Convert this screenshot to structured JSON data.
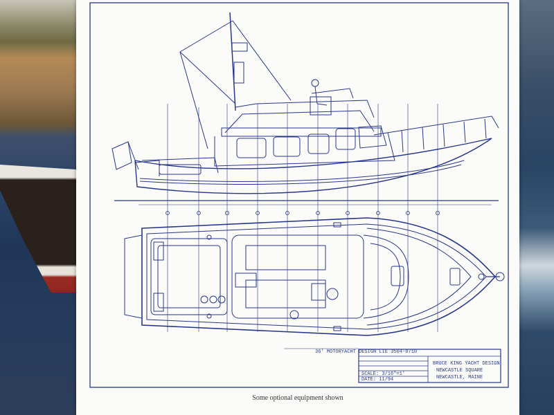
{
  "caption": "Some optional equipment shown",
  "colors": {
    "ink": "#27368a",
    "paper": "#fbfbf9"
  },
  "title_block": {
    "header": "36' MOTORYACHT    DESIGN LIE 3504-0710",
    "designer": "BRUCE KING YACHT DESIGN",
    "address_1": "NEWCASTLE SQUARE",
    "address_2": "NEWCASTLE, MAINE",
    "scale": "SCALE: 3/16\"=1'",
    "date": "DATE: 11/94"
  }
}
